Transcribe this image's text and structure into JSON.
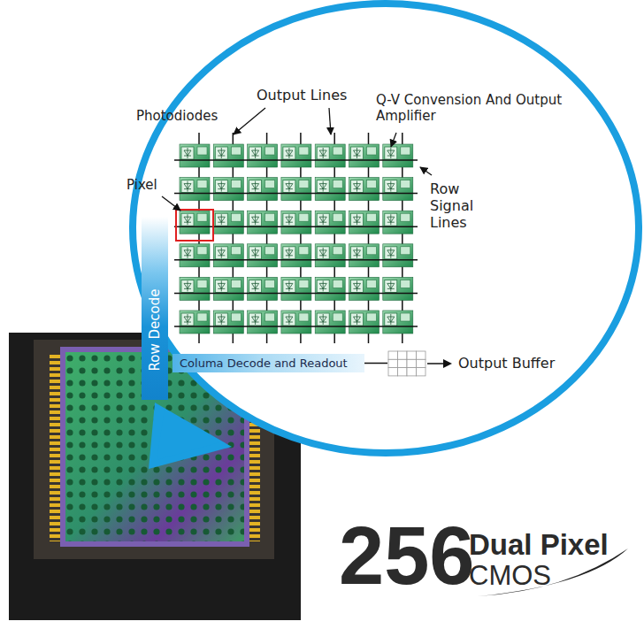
{
  "diagram": {
    "nodes": [
      {
        "text": [
          "Row Decode"
        ]
      },
      {
        "text": [
          "Columa Decode and Readout"
        ]
      },
      {
        "text": [
          "Output Buffer"
        ]
      }
    ],
    "edges": [
      {
        "from": 1,
        "to": 2,
        "arrow": "none"
      }
    ],
    "labels": [
      "Output Lines",
      "Photodiodes",
      "Q-V Convension And Output Amplifier",
      "Pixel",
      "Row Signal Lines",
      "256",
      "Dual Pixel",
      "CMOS"
    ]
  }
}
